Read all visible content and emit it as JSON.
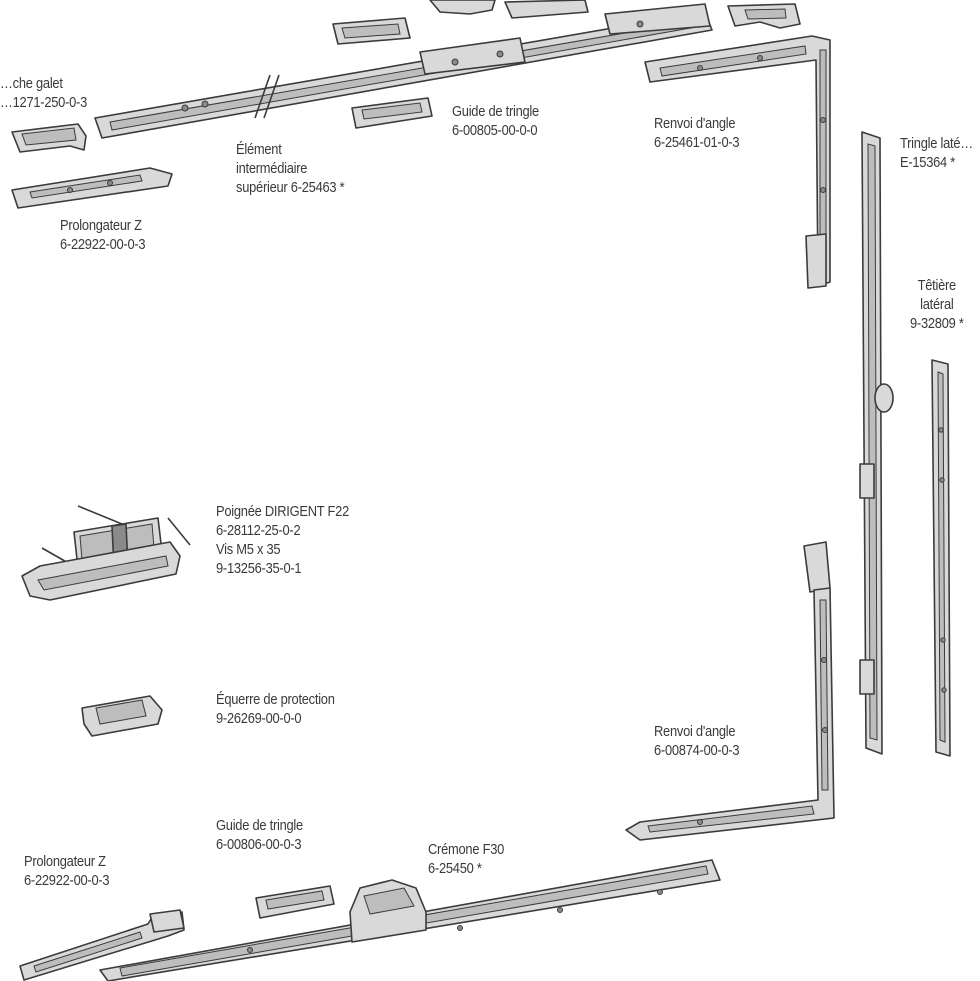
{
  "labels": {
    "gache_galet": [
      "…che galet",
      "…1271-250-0-3"
    ],
    "prolongateur_top": [
      "Prolongateur Z",
      "6-22922-00-0-3"
    ],
    "element_intermediaire": [
      "Élément",
      "intermédiaire",
      "supérieur 6-25463 *"
    ],
    "guide_tringle_top": [
      "Guide de tringle",
      "6-00805-00-0-0"
    ],
    "renvoi_angle_top": [
      "Renvoi d'angle",
      "6-25461-01-0-3"
    ],
    "tringle_laterale": [
      "Tringle laté…",
      "E-15364 *"
    ],
    "tetiere_laterale": [
      "Têtière",
      "latéral",
      "9-32809 *"
    ],
    "poignee": [
      "Poignée DIRIGENT F22",
      "6-28112-25-0-2",
      "Vis M5 x 35",
      "9-13256-35-0-1"
    ],
    "equerre_protection": [
      "Équerre de protection",
      "9-26269-00-0-0"
    ],
    "renvoi_angle_bottom": [
      "Renvoi d'angle",
      "6-00874-00-0-3"
    ],
    "guide_tringle_bottom": [
      "Guide de tringle",
      "6-00806-00-0-3"
    ],
    "cremone": [
      "Crémone F30",
      "6-25450 *"
    ],
    "prolongateur_bottom": [
      "Prolongateur Z",
      "6-22922-00-0-3"
    ]
  },
  "colors": {
    "part_fill": "#d9d9d9",
    "part_edge": "#3b3b3b",
    "label_text": "#3a3a3a"
  }
}
